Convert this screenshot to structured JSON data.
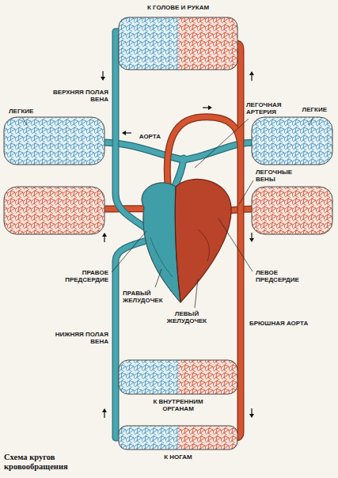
{
  "diagram": {
    "caption": "Схема кругов кровообращения",
    "labels": [
      "К ГОЛОВЕ И РУКАМ",
      "ВЕРХНЯЯ ПОЛАЯ ВЕНА",
      "ЛЕГКИЕ",
      "АОРТА",
      "ЛЕГОЧНАЯ АРТЕРИЯ",
      "ЛЕГКИЕ",
      "ЛЕГОЧНЫЕ ВЕНЫ",
      "ПРАВОЕ ПРЕДСЕРДИЕ",
      "ПРАВЫЙ ЖЕЛУДОЧЕК",
      "ЛЕВЫЙ ЖЕЛУДОЧЕК",
      "ЛЕВОЕ ПРЕДСЕРДИЕ",
      "НИЖНЯЯ ПОЛАЯ ВЕНА",
      "БРЮШНАЯ АОРТА",
      "К ВНУТРЕННИМ ОРГАНАМ",
      "К НОГАМ"
    ]
  }
}
